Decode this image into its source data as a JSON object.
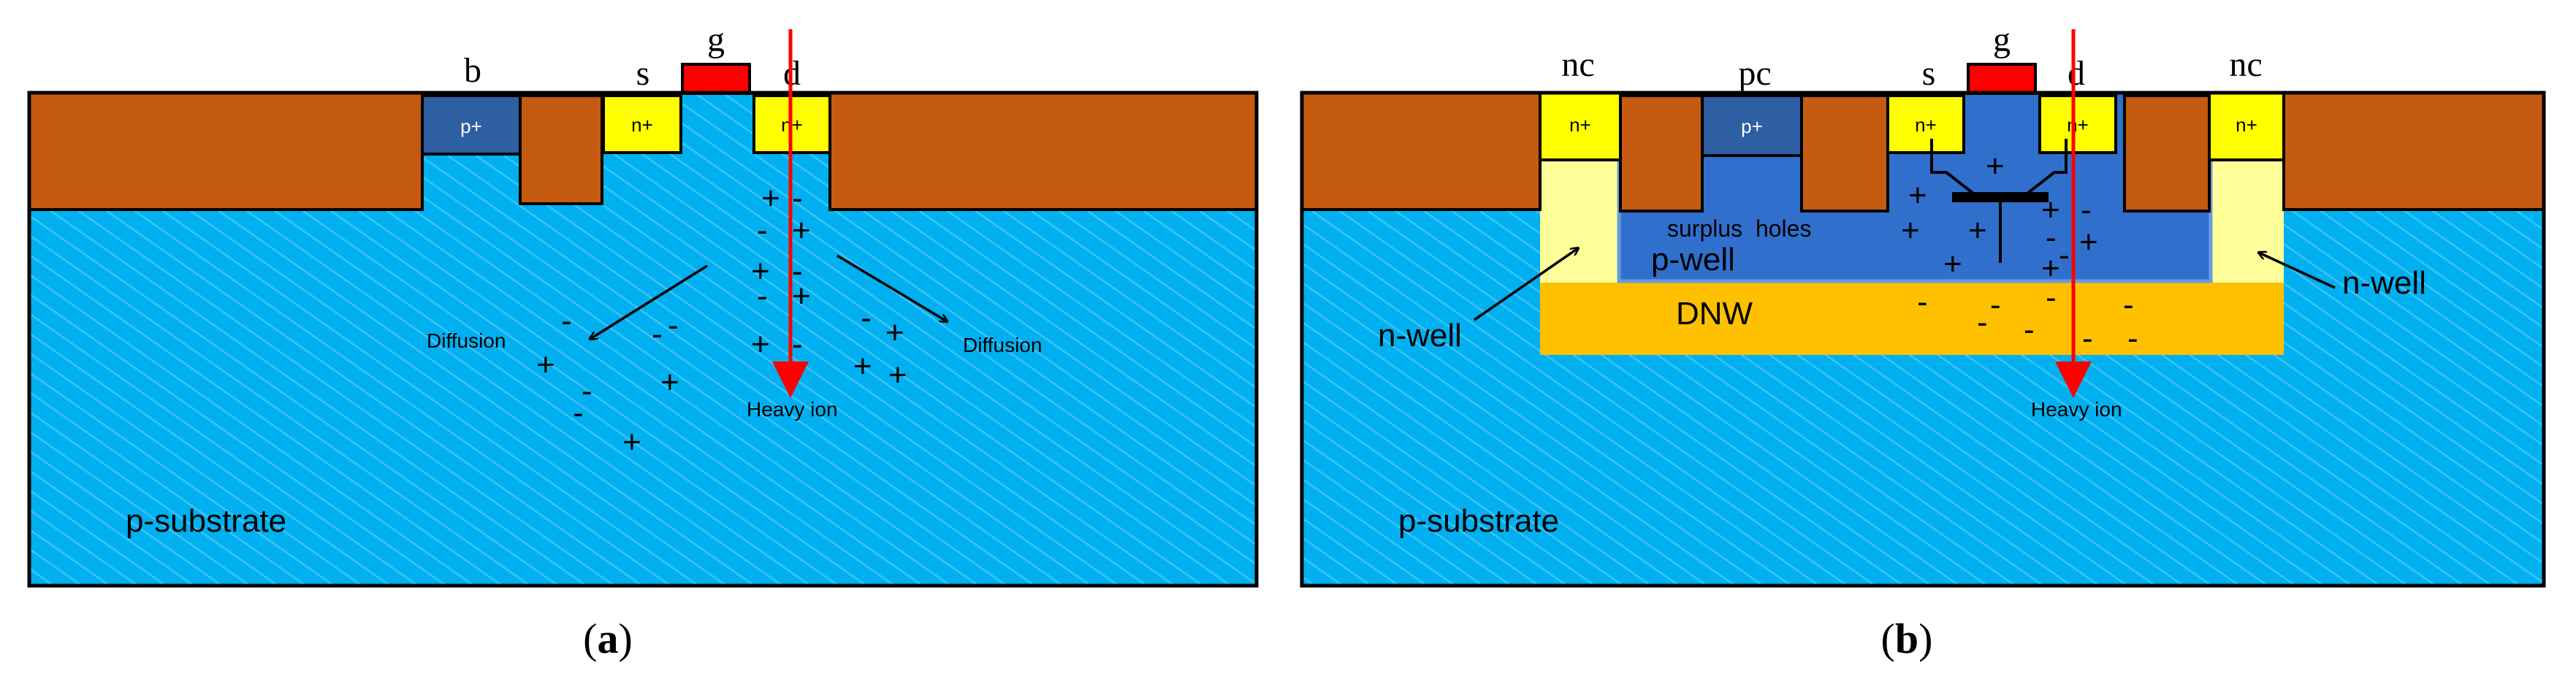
{
  "panel_a": {
    "caption": "(a)",
    "caption_letter": "a",
    "terminals": {
      "b": "b",
      "s": "s",
      "g": "g",
      "d": "d"
    },
    "doping": {
      "p_plus": "p+",
      "n_plus_s": "n+",
      "n_plus_d": "n+"
    },
    "substrate_label": "p-substrate",
    "diffusion_left": "Diffusion",
    "diffusion_right": "Diffusion",
    "heavy_ion": "Heavy ion"
  },
  "panel_b": {
    "caption": "(b)",
    "caption_letter": "b",
    "terminals": {
      "nc_left": "nc",
      "pc": "pc",
      "s": "s",
      "g": "g",
      "d": "d",
      "nc_right": "nc"
    },
    "doping": {
      "n_plus_nc_left": "n+",
      "p_plus_pc": "p+",
      "n_plus_s": "n+",
      "n_plus_d": "n+",
      "n_plus_nc_right": "n+"
    },
    "surplus_holes": "surplus  holes",
    "p_well": "p-well",
    "dnw": "DNW",
    "n_well_left": "n-well",
    "n_well_right": "n-well",
    "substrate_label": "p-substrate",
    "heavy_ion": "Heavy ion"
  },
  "colors": {
    "substrate": "#00b0f0",
    "oxide": "#c55a11",
    "p_plus": "#2e5fa3",
    "n_plus": "#ffff00",
    "gate": "#ff0000",
    "p_well": "#3070cc",
    "dnw": "#ffc000",
    "n_well": "#ffff99",
    "ion_track": "#ff0000"
  }
}
